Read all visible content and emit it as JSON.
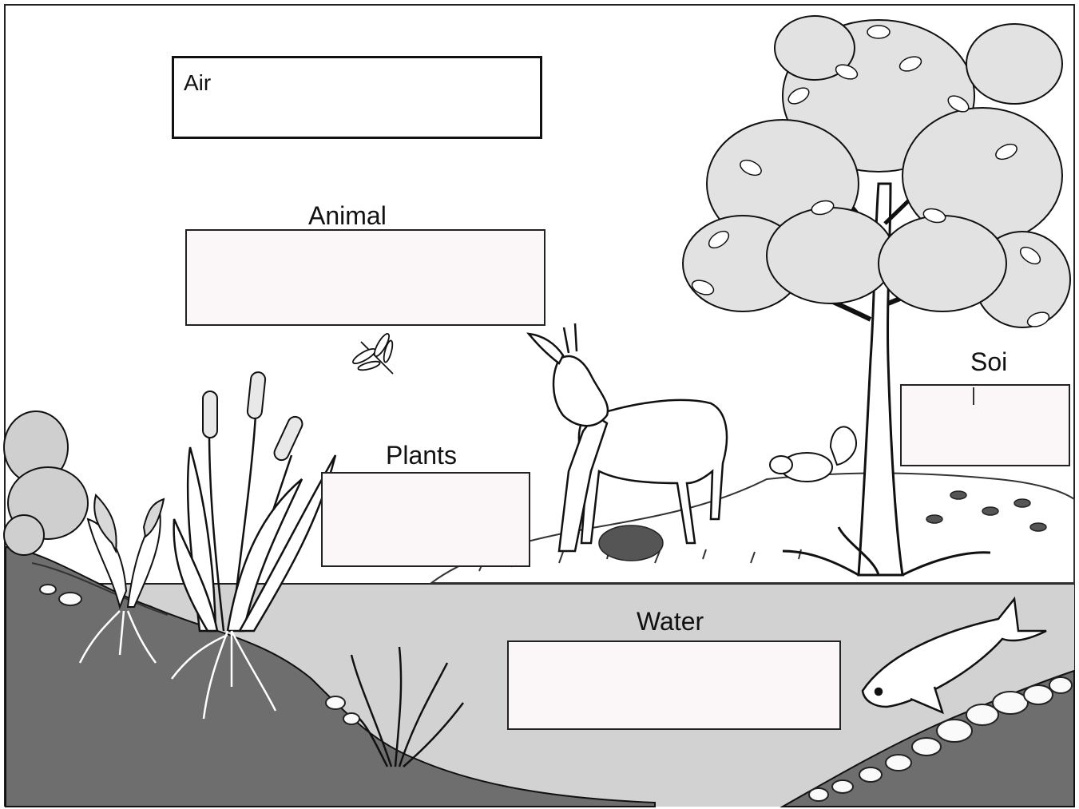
{
  "labels": {
    "air": "Air",
    "animal": "Animal",
    "plants": "Plants",
    "soil": "Soi",
    "water": "Water"
  },
  "answer_boxes": {
    "air": "",
    "animal": "",
    "plants": "",
    "soil": "",
    "water": ""
  },
  "illustration": {
    "elements": [
      "tree-icon",
      "deer-icon",
      "squirrel-icon",
      "dragonfly-icon",
      "fish-icon",
      "cattail-icon",
      "shrub-icon",
      "water-plant-icon",
      "pebbles-icon"
    ],
    "colors": {
      "sky": "#ffffff",
      "water": "#d2d2d2",
      "ground": "#6e6e6e",
      "ink": "#111111",
      "box_fill": "#fbf7f9"
    }
  }
}
